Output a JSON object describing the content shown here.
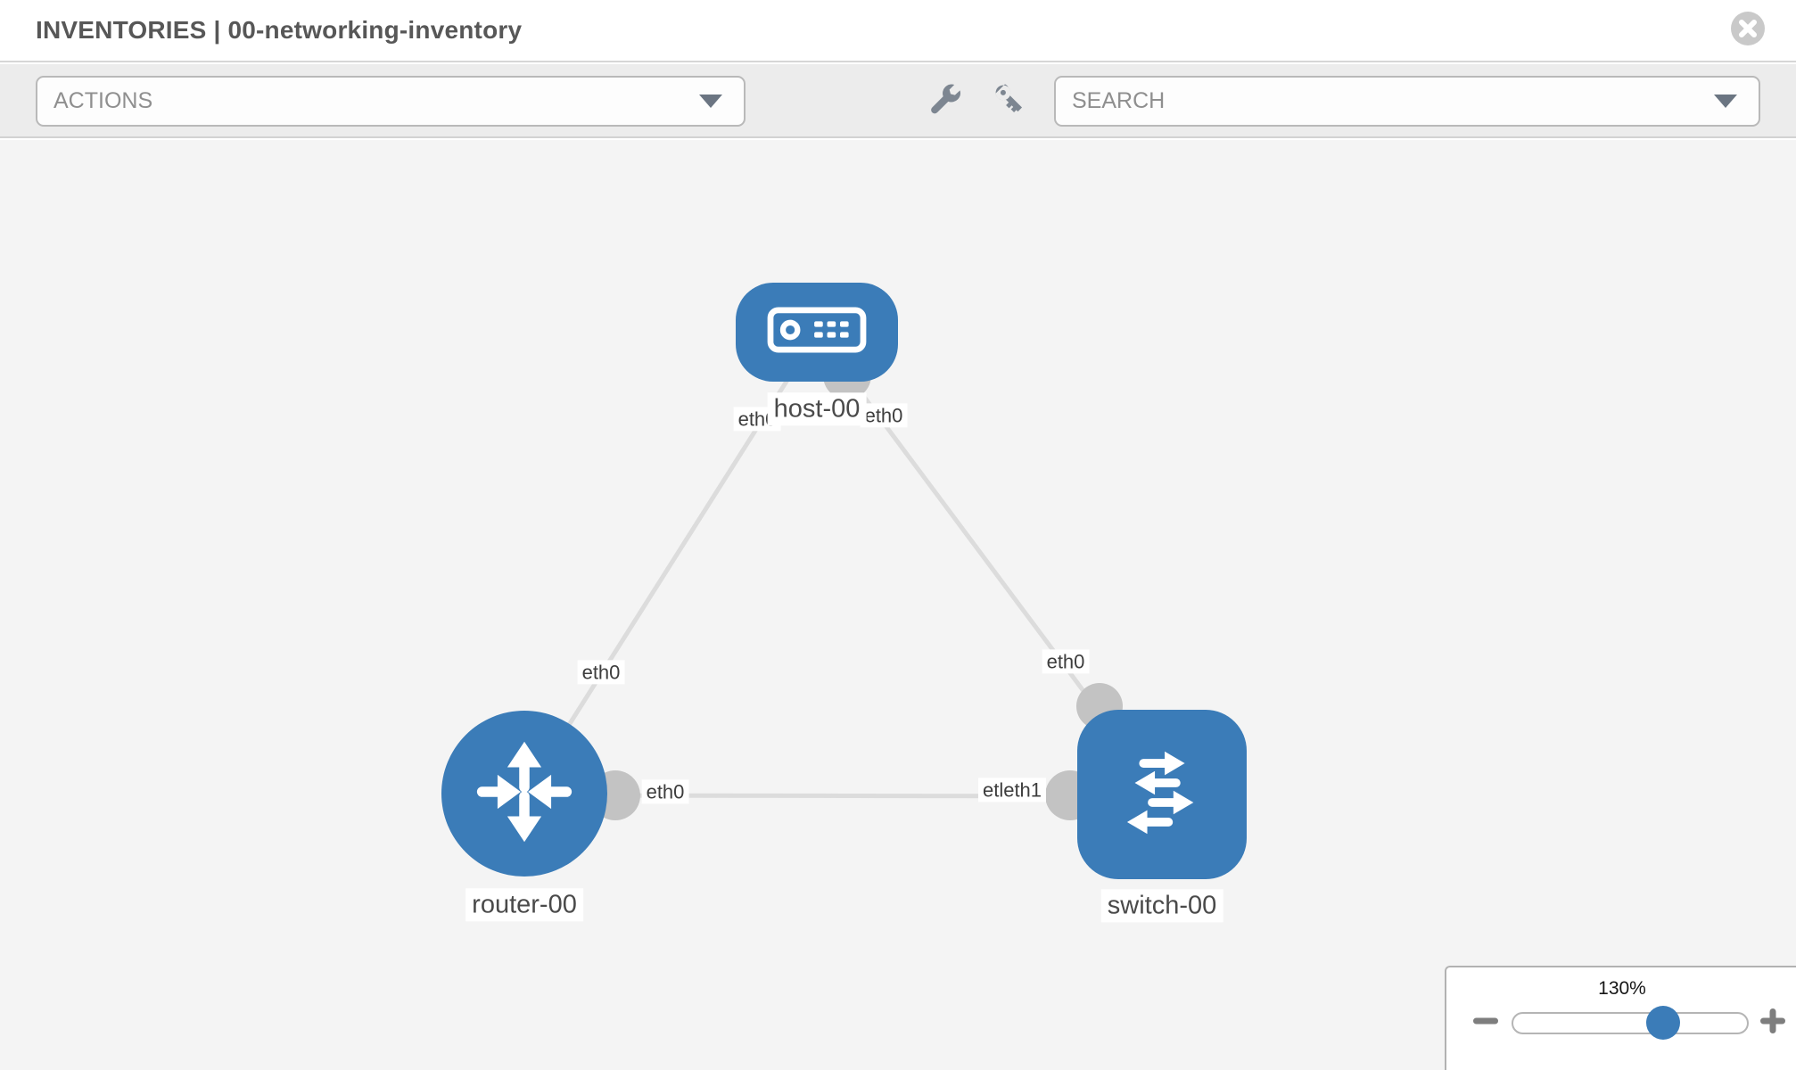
{
  "header": {
    "title": "INVENTORIES | 00-networking-inventory"
  },
  "toolbar": {
    "actions_label": "ACTIONS",
    "search_label": "SEARCH"
  },
  "diagram": {
    "nodes": [
      {
        "id": "host-00",
        "type": "host",
        "shape": "rounded-rectangle",
        "color": "#3b7cb8"
      },
      {
        "id": "router-00",
        "type": "router",
        "shape": "circle",
        "color": "#3b7cb8"
      },
      {
        "id": "switch-00",
        "type": "switch",
        "shape": "rounded-square",
        "color": "#3b7cb8"
      }
    ],
    "links": [
      {
        "from": "host-00",
        "to": "router-00"
      },
      {
        "from": "host-00",
        "to": "switch-00"
      },
      {
        "from": "router-00",
        "to": "switch-00"
      }
    ],
    "labels": {
      "host": "host-00",
      "router": "router-00",
      "switch": "switch-00",
      "host_if_left": "eth0",
      "host_if_right": "eth0",
      "link_host_router_mid": "eth0",
      "link_host_switch_mid": "eth0",
      "link_router_switch_router_end": "eth0",
      "link_router_switch_switch_end": "etleth1"
    }
  },
  "zoom_control": {
    "level": "130%"
  },
  "icons": {
    "close": "times-circle-icon",
    "actions_caret": "chevron-down-icon",
    "search_caret": "chevron-down-icon",
    "tool_1": "wrench-icon",
    "tool_2": "key-icon",
    "zoom_out": "minus-icon",
    "zoom_in": "plus-icon",
    "host_glyph": "server-icon",
    "router_glyph": "route-arrows-icon",
    "switch_glyph": "exchange-arrows-icon"
  },
  "colors": {
    "node_blue": "#3b7cb8",
    "edge_gray": "#dcdcdc",
    "connector_gray": "#c3c3c3",
    "canvas_bg": "#f4f4f4",
    "toolbar_bg": "#ececec"
  }
}
